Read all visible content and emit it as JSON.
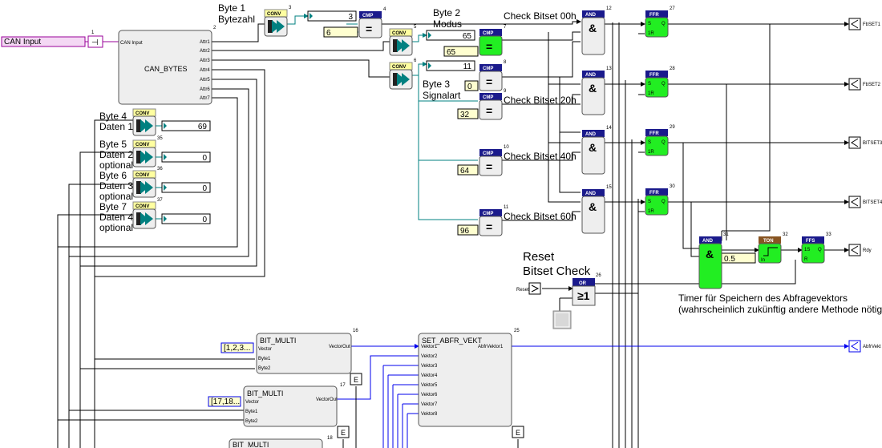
{
  "colors": {
    "teal": "#008080",
    "blue": "#0000ee",
    "green": "#22ee22",
    "purple": "#990099",
    "header_navy": "#1a1a8c",
    "header_yellow": "#ffffa0"
  },
  "inputs": {
    "can": "CAN Input",
    "reset": "Reset"
  },
  "outputs": {
    "fbset1": "FbSET1",
    "fbset2": "FbSET2",
    "bitset3": "BITSET3",
    "bitset4": "BITSET4",
    "rdy": "Rdy",
    "abfrvekt": "AbfrVekt"
  },
  "block_numbers": {
    "b1": "1",
    "b2": "2",
    "b3": "3",
    "b4": "4",
    "b5": "5",
    "b6": "6",
    "b7": "7",
    "b8": "8",
    "b9": "9",
    "b10": "10",
    "b11": "11",
    "b12": "12",
    "b13": "13",
    "b14": "14",
    "b15": "15",
    "b16": "16",
    "b17": "17",
    "b18": "18",
    "b25": "25",
    "b26": "26",
    "b27": "27",
    "b28": "28",
    "b29": "29",
    "b30": "30",
    "b31": "31",
    "b32": "32",
    "b33": "33",
    "b35": "35",
    "b36": "36",
    "b37": "37"
  },
  "can_bytes": {
    "name": "CAN_BYTES",
    "in_port": "CAN Input",
    "ports": [
      "Attr1",
      "Attr2",
      "Attr3",
      "Attr4",
      "Attr5",
      "Attr6",
      "Attr7"
    ]
  },
  "headers": {
    "conv": "CONV",
    "cmp": "CMP",
    "and": "AND",
    "ffr": "FFR",
    "ton": "TON",
    "ffs": "FFS",
    "or": "OR"
  },
  "symbols": {
    "eq": "=",
    "and": "&",
    "or": "≥1"
  },
  "ff_ports": {
    "s": "S",
    "q": "Q",
    "r1": "1R",
    "s1": "1S",
    "r": "R"
  },
  "ton_port": "In",
  "value_boxes": {
    "v3": "3",
    "v6": "6",
    "v65a": "65",
    "v65b": "65",
    "v11": "11",
    "v0": "0",
    "v32": "32",
    "v64": "64",
    "v96": "96",
    "v69": "69",
    "v0b": "0",
    "v0c": "0",
    "v0d": "0",
    "v05": "0.5"
  },
  "labels": {
    "byte1": [
      "Byte 1",
      "Bytezahl"
    ],
    "byte2": [
      "Byte 2",
      "Modus"
    ],
    "byte3": [
      "Byte 3",
      "Signalart"
    ],
    "byte4": [
      "Byte 4",
      "Daten 1"
    ],
    "byte5": [
      "Byte 5",
      "Daten 2",
      "optional"
    ],
    "byte6": [
      "Byte 6",
      "Daten 3",
      "optional"
    ],
    "byte7": [
      "Byte 7",
      "Daten 4",
      "optional"
    ],
    "check00": "Check Bitset 00h",
    "check20": "Check Bitset 20h",
    "check40": "Check Bitset 40h",
    "check60": "Check Bitset 60h",
    "reset": [
      "Reset",
      "Bitset Check"
    ],
    "timer": [
      "Timer für Speichern des Abfragevektors",
      "(wahrscheinlich zukünftig andere Methode nötig)"
    ]
  },
  "bit_multi": {
    "name": "BIT_MULTI",
    "ports": [
      "Vector",
      "Byte1",
      "Byte2"
    ],
    "out": "VectorOut",
    "const1": "[1,2,3...",
    "const2": "[17,18..."
  },
  "set_abfr": {
    "name": "SET_ABFR_VEKT",
    "ports": [
      "Vektor1",
      "Vektor2",
      "Vektor3",
      "Vektor4",
      "Vektor5",
      "Vektor6",
      "Vektor7",
      "Vektor8"
    ],
    "out": "AbfrVektor1"
  },
  "e_label": "E"
}
